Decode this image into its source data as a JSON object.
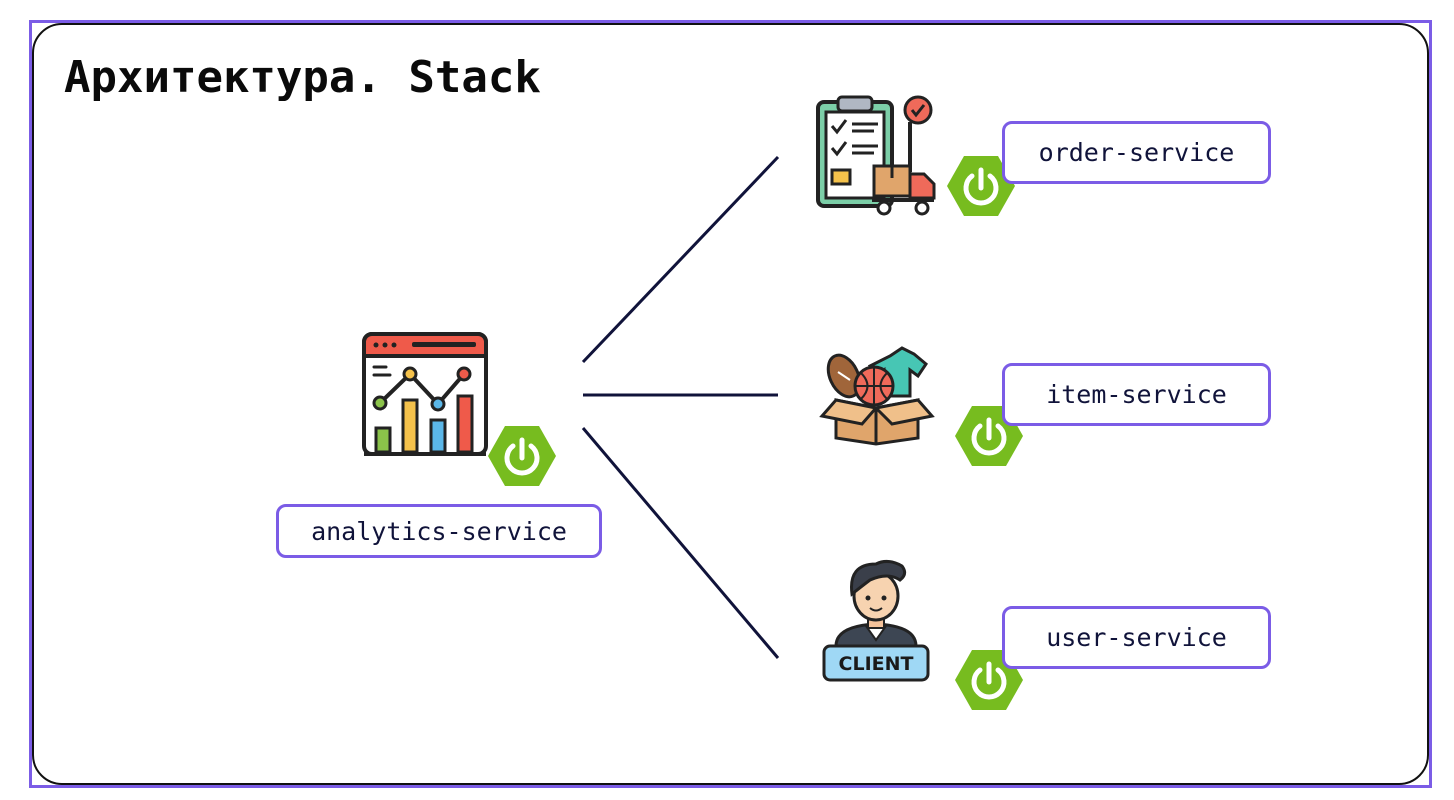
{
  "diagram": {
    "title": "Архитектура. Stack",
    "source": {
      "label": "analytics-service",
      "icon": "analytics-dashboard-icon",
      "badge": "spring-power-icon"
    },
    "targets": [
      {
        "label": "order-service",
        "icon": "order-clipboard-delivery-icon",
        "badge": "spring-power-icon"
      },
      {
        "label": "item-service",
        "icon": "item-box-icon",
        "badge": "spring-power-icon"
      },
      {
        "label": "user-service",
        "icon": "client-user-icon",
        "badge": "spring-power-icon",
        "icon_text": "CLIENT"
      }
    ],
    "colors": {
      "accent_border": "#7b5ce6",
      "connector": "#10133a",
      "spring_green": "#77bc1f"
    }
  }
}
